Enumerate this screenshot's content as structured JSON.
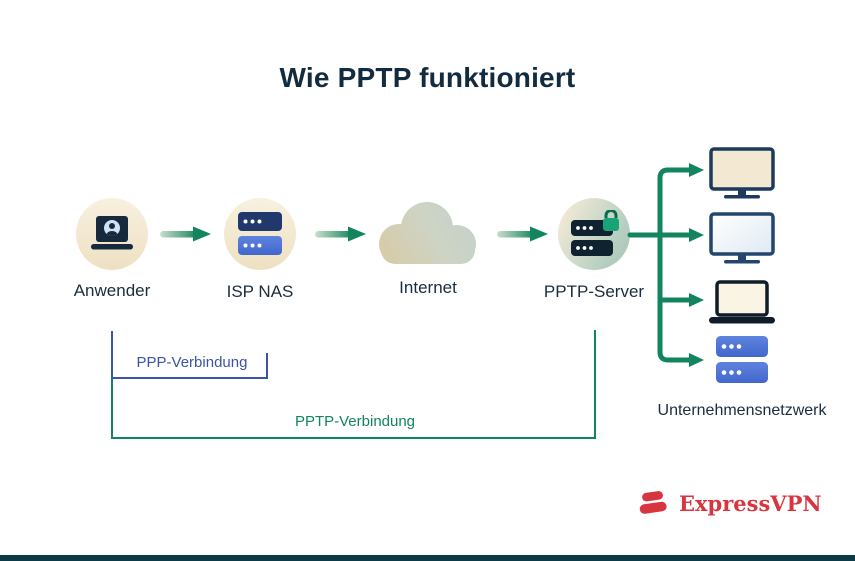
{
  "title": "Wie PPTP funktioniert",
  "nodes": {
    "anwender": "Anwender",
    "isp_nas": "ISP NAS",
    "internet": "Internet",
    "pptp_server": "PPTP-Server"
  },
  "network": {
    "label": "Unternehmensnetzwerk",
    "devices": [
      "desktop-monitor",
      "desktop-monitor",
      "laptop",
      "server-rack"
    ]
  },
  "brackets": {
    "ppp": {
      "label": "PPP-Verbindung",
      "from": "Anwender",
      "to": "ISP NAS",
      "color": "#3a55a5"
    },
    "pptp": {
      "label": "PPTP-Verbindung",
      "from": "Anwender",
      "to": "PPTP-Server",
      "color": "#12845e"
    }
  },
  "brand": {
    "name": "ExpressVPN",
    "color": "#d7363f"
  },
  "colors": {
    "arrow_green": "#12845e",
    "ppp_blue": "#3a55a5",
    "title_navy": "#132b3f",
    "circle_beige": "#f3e8d3",
    "server_blue": "#4b72d4",
    "footer_bar": "#0d3b45"
  }
}
